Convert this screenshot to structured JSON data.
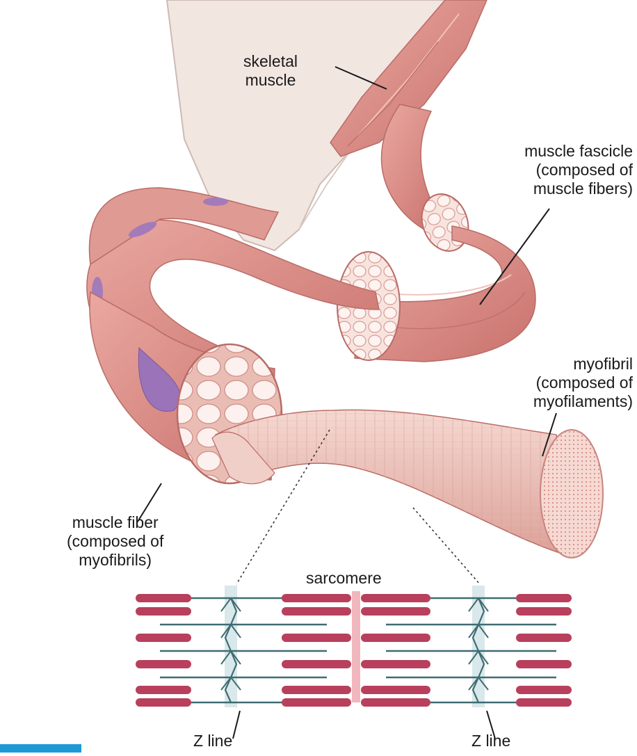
{
  "labels": {
    "skeletal_muscle": [
      "skeletal",
      "muscle"
    ],
    "muscle_fascicle": [
      "muscle fascicle",
      "(composed of",
      "muscle fibers)"
    ],
    "myofibril": [
      "myofibril",
      "(composed of",
      "myofilaments)"
    ],
    "muscle_fiber": [
      "muscle fiber",
      "(composed of",
      "myofibrils)"
    ],
    "sarcomere": "sarcomere",
    "z_line_left": "Z line",
    "z_line_right": "Z line"
  },
  "colors": {
    "skin": "#f3e7e2",
    "muscle": "#e29b95",
    "muscle_dark": "#c8716c",
    "section_face": "#f7dfd9",
    "fibril": "#efc6bd",
    "purple_nucleus": "#9b73b8",
    "actin": "#3e6c72",
    "myosin": "#b8405c",
    "z_band": "#d9e8ea",
    "m_band": "#f1b7bf",
    "corner_accent": "#1d9ad6"
  }
}
